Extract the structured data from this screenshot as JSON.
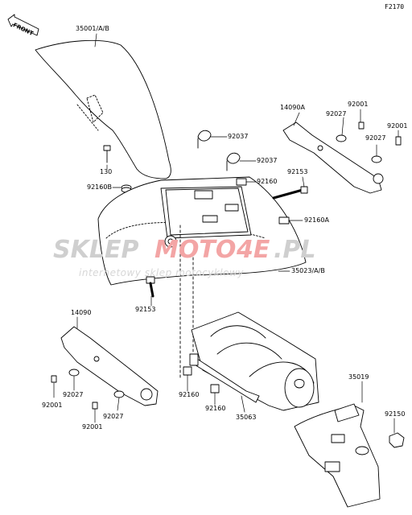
{
  "diagram_code": "F2170",
  "front_label": "FRONT",
  "watermark": {
    "part1": "SKLEP",
    "part2": "MOTO",
    "part3": "4E",
    "part4": ".PL",
    "subtitle": "internetowy sklep motocyklowy",
    "color_gray": "#cfcfcf",
    "color_red": "#f3a5a5"
  },
  "labels": {
    "p35001": "35001/A/B",
    "p130": "130",
    "p92160b": "92160B",
    "p92037a": "92037",
    "p92037b": "92037",
    "p92160a": "92160",
    "p92153a": "92153",
    "p92160A": "92160A",
    "p35023": "35023/A/B",
    "p92153b": "92153",
    "p14090A": "14090A",
    "p92001a": "92001",
    "p92027a": "92027",
    "p92001b": "92001",
    "p92027b": "92027",
    "p14090": "14090",
    "p92027c": "92027",
    "p92001c": "92001",
    "p92027d": "92027",
    "p92001d": "92001",
    "p92160c": "92160",
    "p92160d": "92160",
    "p35063": "35063",
    "p35019": "35019",
    "p92150": "92150"
  }
}
